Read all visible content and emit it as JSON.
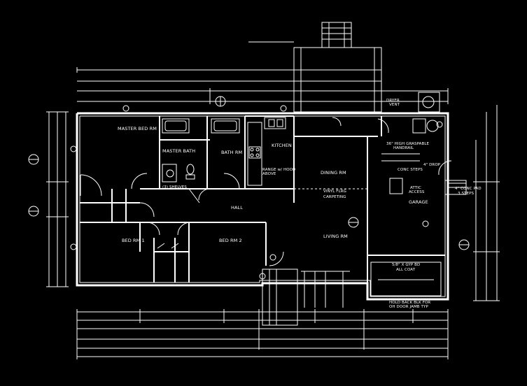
{
  "rooms": {
    "master_bed": "MASTER BED RM",
    "master_bath": "MASTER BATH",
    "bath": "BATH RM",
    "kitchen": "KITCHEN",
    "range": "RANGE w/ HOOD",
    "vent": "ABOVE",
    "shelves": "(3) SHELVES",
    "hall": "HALL",
    "bed1": "BED RM 1",
    "bed2": "BED RM 2",
    "dining": "DINING RM",
    "flooring": "VINYL FLRG",
    "carpeting": "CARPETING",
    "living": "LIVING RM",
    "attic_access": "ATTIC",
    "attic_access2": "ACCESS",
    "garage": "GARAGE",
    "dryer_vent": "DRYER",
    "dryer_vent2": "VENT",
    "handrail": "36\" HIGH GRASPABLE",
    "handrail2": "HANDRAIL",
    "conc_steps": "CONC STEPS",
    "drop": "4\" DROP",
    "conc_pad": "4\" CONC PAD",
    "conc_pad2": "3 STEPS",
    "gyp": "5/8\" X GYP BD",
    "gyp2": "ALL COAT",
    "hold_back": "HOLD BACK BLK FOR",
    "hold_back2": "OH DOOR JAMB TYP"
  },
  "colors": {
    "background": "#000000",
    "line": "#ffffff"
  }
}
